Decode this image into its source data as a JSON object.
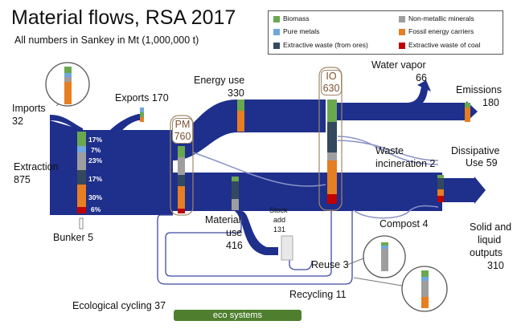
{
  "title": "Material flows, RSA 2017",
  "subtitle": "All numbers in Sankey in Mt (1,000,000 t)",
  "legend": {
    "biomass": "Biomass",
    "non_metallic": "Non-metallic minerals",
    "pure_metals": "Pure metals",
    "fossil": "Fossil energy carriers",
    "extractive_ores": "Extractive waste (from ores)",
    "extractive_coal": "Extractive waste of coal"
  },
  "colors": {
    "flow": "#1f2f8c",
    "biomass": "#6aa84f",
    "non_metallic": "#9e9e9e",
    "pure_metals": "#6fa8dc",
    "fossil": "#e67e22",
    "extractive_ores": "#34495e",
    "extractive_coal": "#c00000"
  },
  "flows": {
    "imports": {
      "label": "Imports",
      "value": "32"
    },
    "exports": {
      "label": "Exports 170"
    },
    "extraction": {
      "label": "Extraction",
      "value": "875"
    },
    "bunker": {
      "label": "Bunker 5"
    },
    "pm": {
      "label": "PM",
      "value": "760"
    },
    "energy_use": {
      "label": "Energy use",
      "value": "330"
    },
    "io": {
      "label": "IO",
      "value": "630"
    },
    "water_vapor": {
      "label": "Water vapor",
      "value": "66"
    },
    "emissions": {
      "label": "Emissions",
      "value": "180"
    },
    "dissipative": {
      "label": "Dissipative",
      "label2": "Use 59"
    },
    "waste_incineration": {
      "label": "Waste",
      "label2": "incineration 2"
    },
    "material_use": {
      "label": "Material",
      "label2": "use",
      "value": "416"
    },
    "stock": {
      "label": "Stock",
      "label2": "add",
      "value": "131"
    },
    "compost": {
      "label": "Compost 4"
    },
    "solid_liquid": {
      "label": "Solid and",
      "label2": "liquid",
      "label3": "outputs",
      "value": "310"
    },
    "reuse": {
      "label": "Reuse 3"
    },
    "recycling": {
      "label": "Recycling 11"
    },
    "eco_cycling": {
      "label": "Ecological cycling 37"
    },
    "eco_systems": {
      "label": "eco systems"
    }
  },
  "extraction_shares": [
    "17%",
    "7%",
    "23%",
    "17%",
    "30%",
    "6%"
  ]
}
